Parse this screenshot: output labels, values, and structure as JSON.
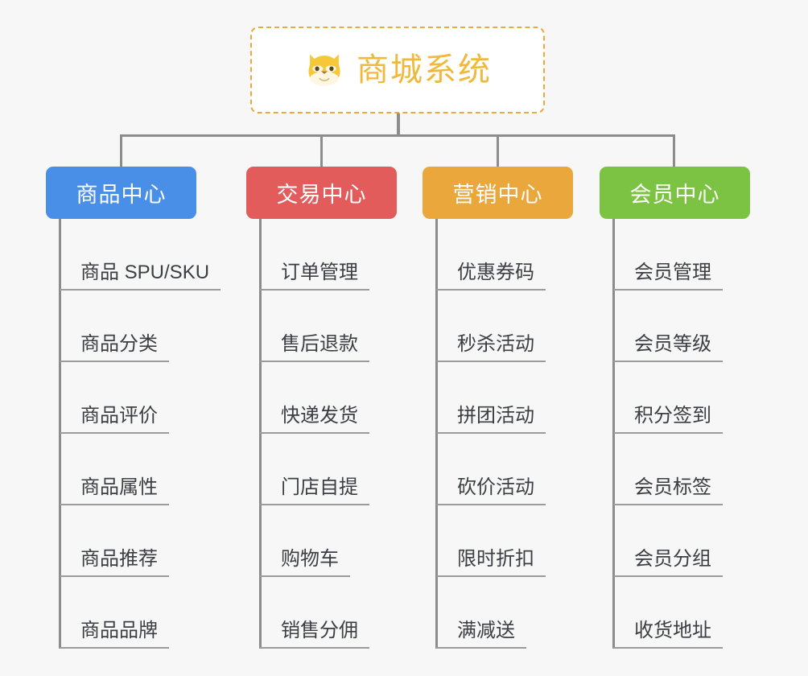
{
  "page": {
    "background_color": "#f7f7f7",
    "diagram_type": "mindmap-org-chart"
  },
  "root": {
    "title": "商城系统",
    "icon": "shiba-dog-face-icon",
    "border_color": "#e9a93c",
    "text_color": "#f0b93c"
  },
  "connector": {
    "color": "#8c8c8c"
  },
  "branches": [
    {
      "label": "商品中心",
      "color": "#4a8fe7",
      "items": [
        "商品 SPU/SKU",
        "商品分类",
        "商品评价",
        "商品属性",
        "商品推荐",
        "商品品牌"
      ]
    },
    {
      "label": "交易中心",
      "color": "#e25c5c",
      "items": [
        "订单管理",
        "售后退款",
        "快递发货",
        "门店自提",
        "购物车",
        "销售分佣"
      ]
    },
    {
      "label": "营销中心",
      "color": "#eaa73c",
      "items": [
        "优惠券码",
        "秒杀活动",
        "拼团活动",
        "砍价活动",
        "限时折扣",
        "满减送"
      ]
    },
    {
      "label": "会员中心",
      "color": "#7cc243",
      "items": [
        "会员管理",
        "会员等级",
        "积分签到",
        "会员标签",
        "会员分组",
        "收货地址"
      ]
    }
  ]
}
